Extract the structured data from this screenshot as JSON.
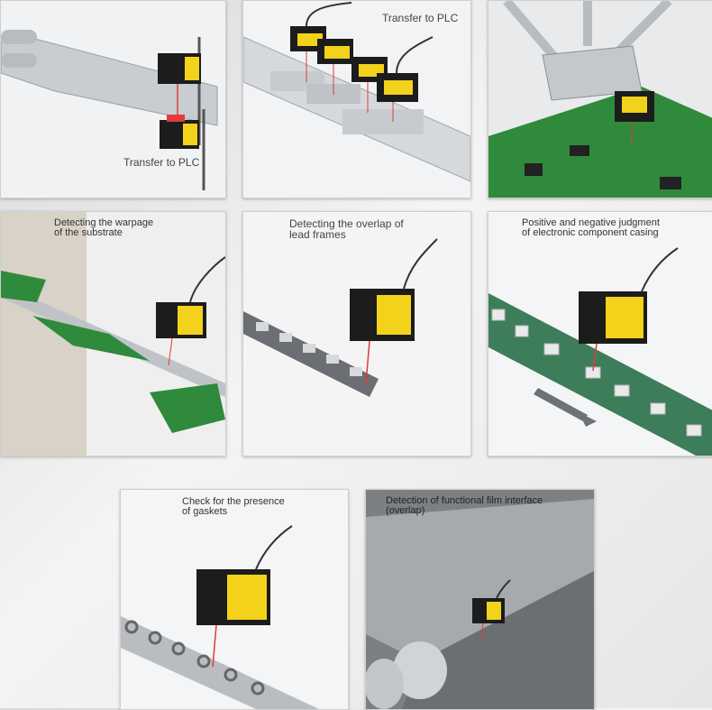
{
  "panels": {
    "p1": {
      "caption": "Transfer to PLC"
    },
    "p2": {
      "caption": "Transfer to PLC"
    },
    "p3": {
      "caption": ""
    },
    "p4": {
      "caption": "Detecting the warpage\nof the substrate"
    },
    "p5": {
      "caption": "Detecting the overlap of\nlead frames"
    },
    "p6": {
      "caption": "Positive and negative judgment\nof electronic component casing"
    },
    "p7": {
      "caption": "Check for the presence\nof gaskets"
    },
    "p8": {
      "caption": "Detection of functional film interface\n(overlap)"
    }
  },
  "colors": {
    "sensor_yellow": "#f2d21b",
    "sensor_body": "#1c1c1c",
    "pcb_green": "#2f8a3c",
    "laser_red": "#e23a3a"
  }
}
